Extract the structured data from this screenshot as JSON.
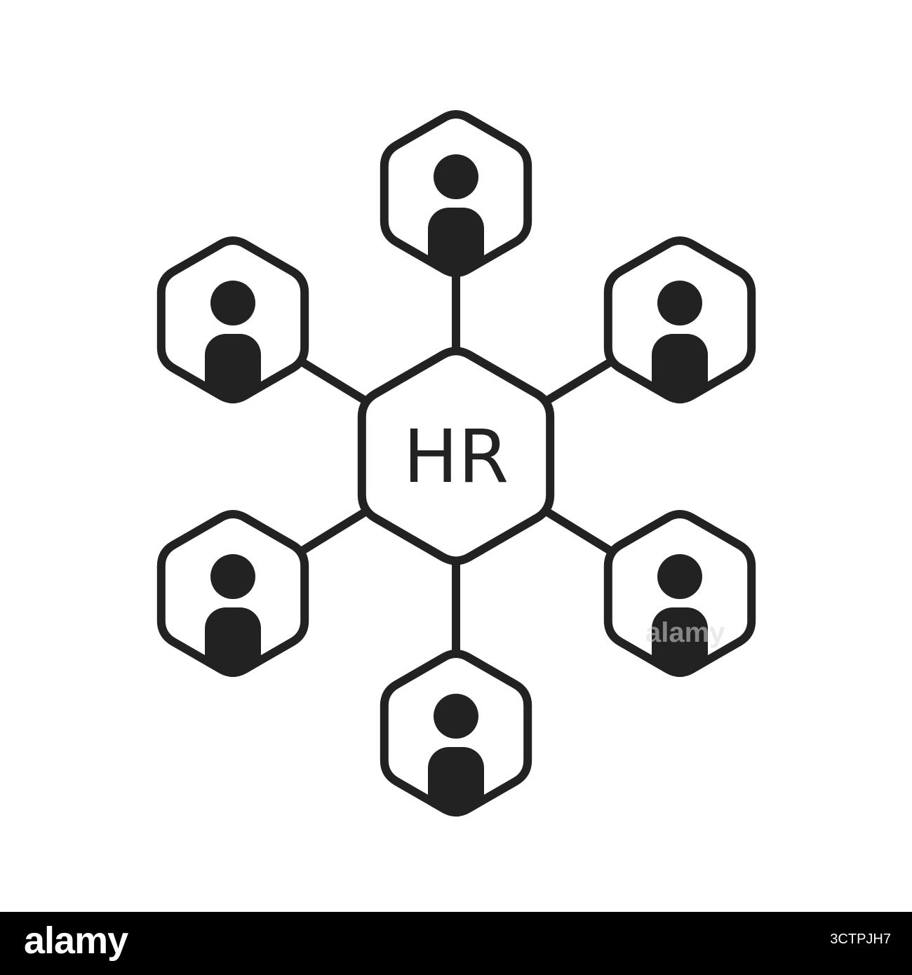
{
  "hub": {
    "label": "HR"
  },
  "people_count": 6,
  "icons": {
    "person": "person-icon",
    "hexagon": "hexagon-frame"
  },
  "colors": {
    "stroke": "#222222",
    "background": "#ffffff",
    "footer": "#000000"
  },
  "watermark": {
    "text": "alamy"
  },
  "footer": {
    "brand": "alamy",
    "image_id": "3CTPJH7"
  }
}
